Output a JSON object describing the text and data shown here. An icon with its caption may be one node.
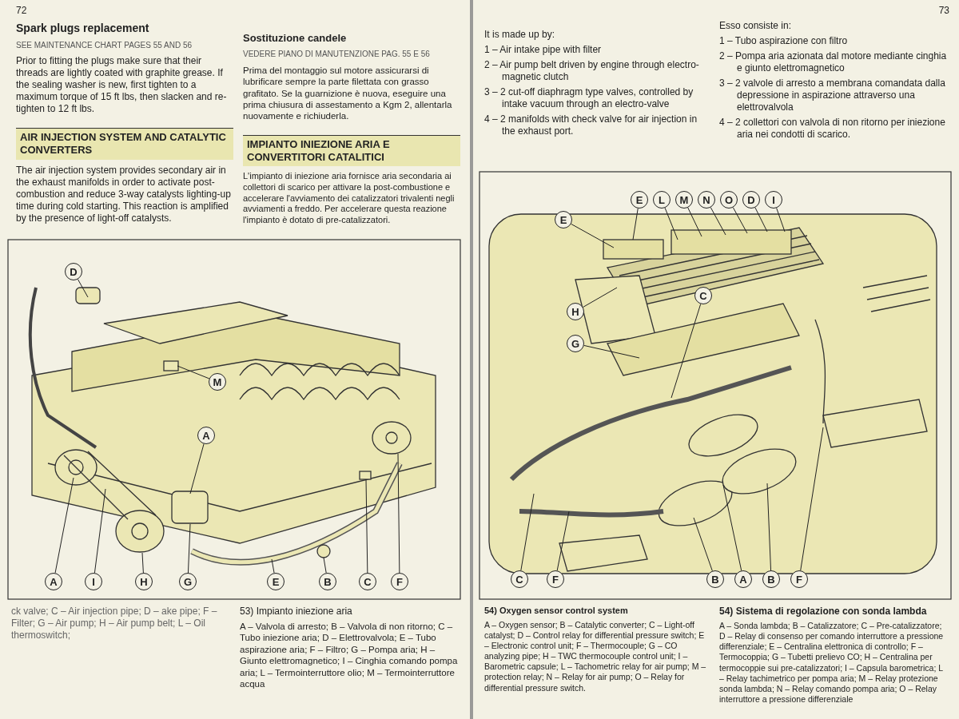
{
  "diagram": {
    "nodes": [
      {
        "text": [
          "D"
        ]
      },
      {
        "text": [
          "M"
        ]
      },
      {
        "text": [
          "A"
        ]
      },
      {
        "text": [
          "A"
        ]
      },
      {
        "text": [
          "I"
        ]
      },
      {
        "text": [
          "H"
        ]
      },
      {
        "text": [
          "G"
        ]
      },
      {
        "text": [
          "E"
        ]
      },
      {
        "text": [
          "B"
        ]
      },
      {
        "text": [
          "C"
        ]
      },
      {
        "text": [
          "F"
        ]
      },
      {
        "text": [
          "E"
        ]
      },
      {
        "text": [
          "E"
        ]
      },
      {
        "text": [
          "L"
        ]
      },
      {
        "text": [
          "M"
        ]
      },
      {
        "text": [
          "N"
        ]
      },
      {
        "text": [
          "O"
        ]
      },
      {
        "text": [
          "D"
        ]
      },
      {
        "text": [
          "I"
        ]
      },
      {
        "text": [
          "H"
        ]
      },
      {
        "text": [
          "G"
        ]
      },
      {
        "text": [
          "C"
        ]
      },
      {
        "text": [
          "C"
        ]
      },
      {
        "text": [
          "F"
        ]
      },
      {
        "text": [
          "B"
        ]
      },
      {
        "text": [
          "A"
        ]
      },
      {
        "text": [
          "B"
        ]
      },
      {
        "text": [
          "F"
        ]
      }
    ],
    "edges": [
      {
        "from": 0,
        "to": null,
        "arrow": "none"
      },
      {
        "from": 1,
        "to": null,
        "arrow": "none"
      },
      {
        "from": 2,
        "to": null,
        "arrow": "none"
      },
      {
        "from": 3,
        "to": null,
        "arrow": "none"
      },
      {
        "from": 4,
        "to": null,
        "arrow": "none"
      },
      {
        "from": 5,
        "to": null,
        "arrow": "none"
      },
      {
        "from": 6,
        "to": null,
        "arrow": "none"
      },
      {
        "from": 7,
        "to": null,
        "arrow": "none"
      },
      {
        "from": 8,
        "to": null,
        "arrow": "none"
      },
      {
        "from": 9,
        "to": null,
        "arrow": "none"
      },
      {
        "from": 10,
        "to": null,
        "arrow": "none"
      },
      {
        "from": 11,
        "to": null,
        "arrow": "none"
      },
      {
        "from": 12,
        "to": null,
        "arrow": "none"
      },
      {
        "from": 13,
        "to": null,
        "arrow": "none"
      },
      {
        "from": 14,
        "to": null,
        "arrow": "none"
      },
      {
        "from": 15,
        "to": null,
        "arrow": "none"
      },
      {
        "from": 16,
        "to": null,
        "arrow": "none"
      },
      {
        "from": 17,
        "to": null,
        "arrow": "none"
      },
      {
        "from": 18,
        "to": null,
        "arrow": "none"
      },
      {
        "from": 19,
        "to": null,
        "arrow": "none"
      },
      {
        "from": 20,
        "to": null,
        "arrow": "none"
      },
      {
        "from": 21,
        "to": null,
        "arrow": "none"
      },
      {
        "from": 22,
        "to": null,
        "arrow": "none"
      },
      {
        "from": 23,
        "to": null,
        "arrow": "none"
      },
      {
        "from": 24,
        "to": null,
        "arrow": "none"
      },
      {
        "from": 25,
        "to": null,
        "arrow": "none"
      },
      {
        "from": 26,
        "to": null,
        "arrow": "none"
      },
      {
        "from": 27,
        "to": null,
        "arrow": "none"
      }
    ],
    "labels": [
      "72",
      "Spark plugs replacement",
      "SEE MAINTENANCE CHART PAGES 55 AND 56",
      "Prior to fitting the plugs make sure that their threads are lightly coated with graphite grease. If the sealing washer is new, first tighten to a maximum torque of 15 ft lbs, then slacken and re-tighten to 12 ft lbs.",
      "Sostituzione candele",
      "VEDERE PIANO DI MANUTENZIONE PAG. 55 E 56",
      "Prima del montaggio sul motore assicurarsi di lubrificare sempre la parte filettata con grasso grafitato. Se la guarnizione è nuova, eseguire una prima chiusura di assestamento a Kgm 2, allentarla nuovamente e richiuderla.",
      "AIR INJECTION SYSTEM AND CATALYTIC CONVERTERS",
      "The air injection system provides secondary air in the exhaust manifolds in order to activate post-combustion and reduce 3-way catalysts lighting-up time during cold starting. This reaction is amplified by the presence of light-off catalysts.",
      "IMPIANTO INIEZIONE ARIA E CONVERTITORI CATALITICI",
      "L'impianto di iniezione aria fornisce aria secondaria ai collettori di scarico per attivare la post-combustione e accelerare l'avviamento dei catalizzatori trivalenti negli avviamenti a freddo. Per accelerare questa reazione l'impianto è dotato di pre-catalizzatori.",
      "73",
      "It is made up by:",
      "1 – Air intake pipe with filter",
      "2 – Air pump belt driven by engine through electro-magnetic clutch",
      "3 – 2 cut-off diaphragm type valves, controlled by intake vacuum through an electro-valve",
      "4 – 2 manifolds with check valve for air injection in the exhaust port.",
      "Esso consiste in:",
      "1 – Tubo aspirazione con filtro",
      "2 – Pompa aria azionata dal motore mediante cinghia e giunto elettromagnetico",
      "3 – 2 valvole di arresto a membrana comandata dalla depressione in aspirazione attraverso una elettrovalvola",
      "4 – 2 collettori con valvola di non ritorno per iniezione aria nei condotti di scarico.",
      "ck valve; C – Air injection pipe; D – ake pipe; F – Filter; G – Air pump; H – Air pump belt; L – Oil thermoswitch;",
      "53) Impianto iniezione aria",
      "A – Valvola di arresto; B – Valvola di non ritorno; C – Tubo iniezione aria; D – Elettrovalvola; E – Tubo aspirazione aria; F – Filtro; G – Pompa aria; H – Giunto elettromagnetico; I – Cinghia comando pompa aria; L – Termointerruttore olio; M – Termointerruttore acqua",
      "54) Oxygen sensor control system",
      "A – Oxygen sensor; B – Catalytic converter; C – Light-off catalyst; D – Control relay for differential pressure switch; E – Electronic control unit; F – Thermocouple; G – CO analyzing pipe; H – TWC thermocouple control unit; I – Barometric capsule; L – Tachometric relay for air pump; M – protection relay; N – Relay for air pump; O – Relay for differential pressure switch.",
      "54) Sistema di regolazione con sonda lambda",
      "A – Sonda lambda; B – Catalizzatore; C – Pre-catalizzatore; D – Relay di consenso per comando interruttore a pressione differenziale; E – Centralina elettronica di controllo; F – Termocoppia; G – Tubetti prelievo CO; H – Centralina per termocoppie sui pre-catalizzatori; I – Capsula barometrica; L – Relay tachimetrico per pompa aria; M – Relay protezione sonda lambda; N – Relay comando pompa aria; O – Relay interruttore a pressione differenziale"
    ]
  }
}
